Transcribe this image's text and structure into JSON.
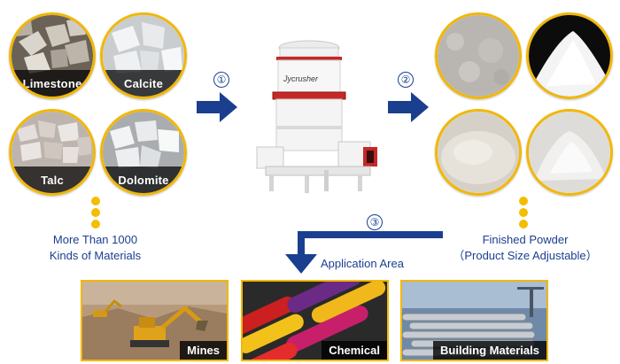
{
  "materials": [
    "Limestone",
    "Calcite",
    "Talc",
    "Dolomite"
  ],
  "materials_caption_line1": "More Than 1000",
  "materials_caption_line2": "Kinds of Materials",
  "machine_brand": "Jycrusher",
  "steps": [
    "①",
    "②",
    "③"
  ],
  "powder_caption_line1": "Finished Powder",
  "powder_caption_line2": "（Product Size Adjustable）",
  "application_title": "Application Area",
  "applications": [
    "Mines",
    "Chemical",
    "Building Materials"
  ],
  "colors": {
    "accent_yellow": "#f2b705",
    "arrow_blue": "#1a3f8f"
  }
}
